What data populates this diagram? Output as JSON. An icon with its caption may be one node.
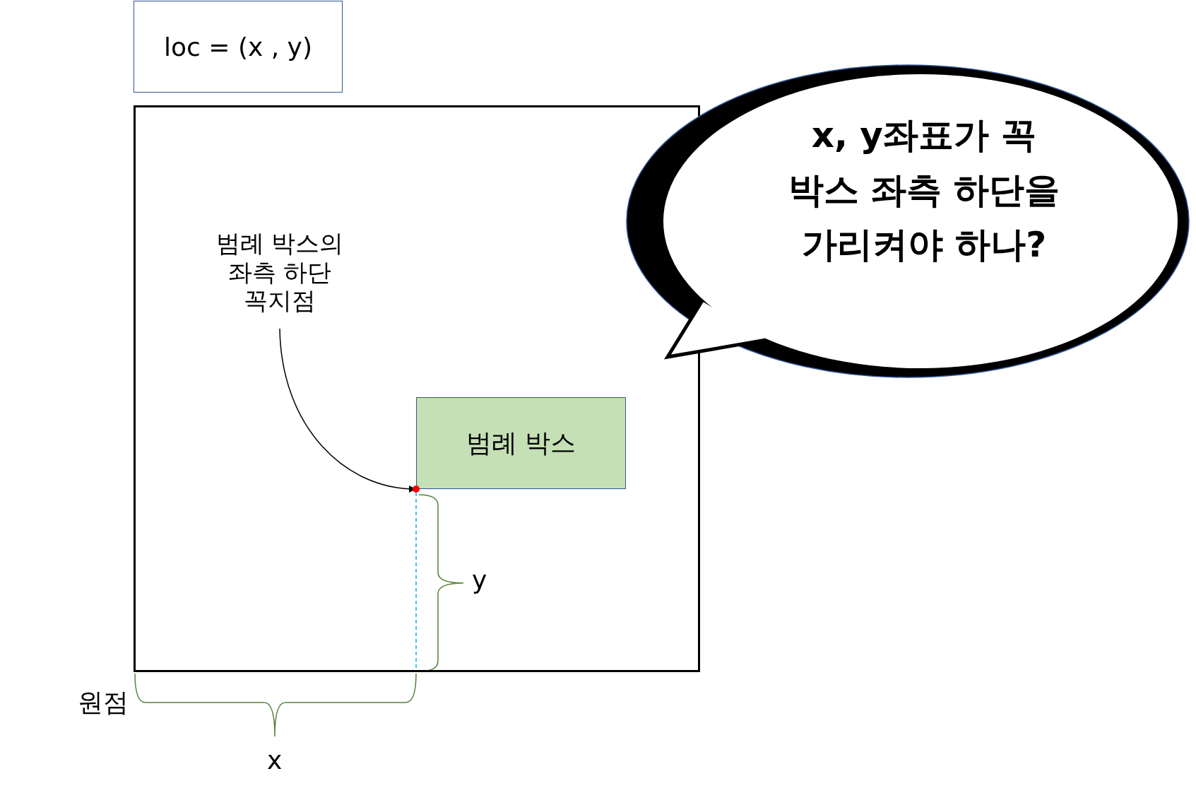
{
  "diagram": {
    "nodes": [
      {
        "text": [
          "loc = (x , y)"
        ]
      },
      {
        "text": [],
        "shape": "box"
      },
      {
        "text": [
          "범례 박스의 좌측 하단 꼭지점"
        ],
        "in": 1
      },
      {
        "text": [
          "범례 박스"
        ],
        "in": 1
      },
      {
        "text": [
          "x, y좌표가 꼭 박스 좌측 하단을 가리켜야 하나?"
        ]
      }
    ],
    "edges": [
      {
        "from": 2,
        "to": 3,
        "arrow": "to"
      }
    ],
    "labels": [
      "y",
      "원점",
      "x"
    ]
  }
}
